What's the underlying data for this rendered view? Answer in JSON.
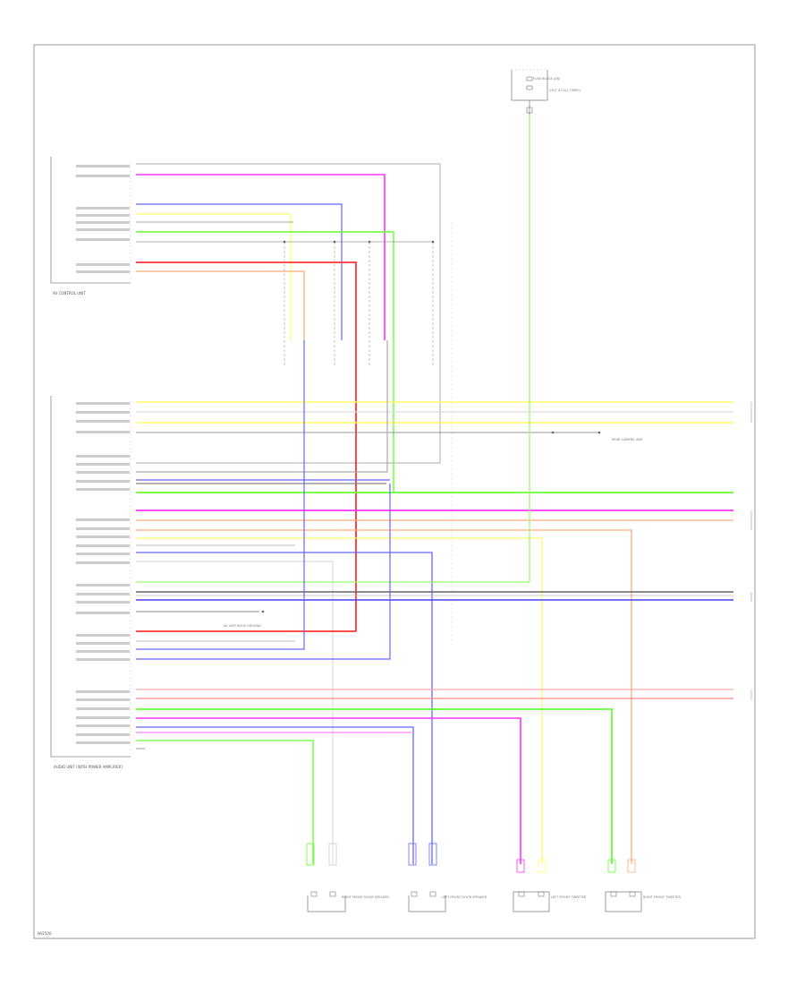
{
  "labels": {
    "av_unit": "AV CONTROL UNIT",
    "audio_unit": "AUDIO UNIT (WITH POWER AMPLIFIER)",
    "footer_code": "W/2500",
    "top_fuse": "FUSE BLOCK (J/B)",
    "top_note": "(HOT AT ALL TIMES)",
    "rear_camera": "REAR CAMERA UNIT",
    "av_body_ground": "AV UNIT BODY GROUND",
    "speakers": [
      {
        "name": "RIGHT FRONT DOOR SPEAKER"
      },
      {
        "name": "LEFT FRONT DOOR SPEAKER"
      },
      {
        "name": "LEFT FRONT TWEETER"
      },
      {
        "name": "RIGHT FRONT TWEETER"
      }
    ]
  },
  "colors": {
    "frame": "#999999",
    "red": "#ff3333",
    "magenta": "#ff33ff",
    "blue": "#6666ff",
    "green": "#66ff33",
    "yellow": "#ffff66",
    "orange": "#ffaa77",
    "grey": "#bbbbbb",
    "dark": "#555555"
  }
}
